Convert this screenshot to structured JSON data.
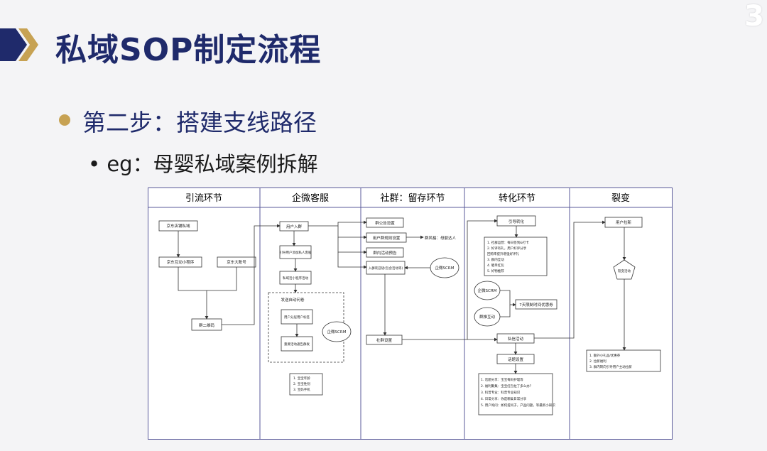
{
  "slide": {
    "title": "私域SOP制定流程",
    "corner_mark": "3",
    "bullet_main": "第二步：搭建支线路径",
    "bullet_sub": "• eg：母婴私域案例拆解"
  },
  "colors": {
    "title": "#1f2a6b",
    "chevron_dark": "#1f2a6b",
    "chevron_gold": "#c7a253",
    "diagram_border": "#5a5a9a"
  },
  "diagram": {
    "columns": [
      "引流环节",
      "企微客服",
      "社群：留存环节",
      "转化环节",
      "裂变"
    ],
    "nodes": {
      "jd_store": "京东店铺私域",
      "jd_mini": "京东互动小程序",
      "jd_account": "京东大账号",
      "qrcode": "群二维码",
      "user_join": "用户入群",
      "guide_private": "引导用户添加私人客服",
      "promo_mini": "私域活小程序活动",
      "send_msg": "发送自动问卷",
      "user_tag": "用户分层用户标签",
      "content": "重要活动通告群发",
      "scrm_a": "企微SCRM",
      "baby_info": [
        "1. 宝宝年龄",
        "2. 宝宝性别",
        "3. 宝妈手机"
      ],
      "group_notice": "群公告设置",
      "group_rules": "用户群规则设置",
      "group_qa": "群内活动预告",
      "group_rule_note": "群风格：母婴达人",
      "join_welcome": "入群欢迎语(包含活动等)",
      "scrm_b": "企微SCRM",
      "community_set": "社群设置",
      "guide_convert": "引导转化",
      "convert_list": [
        "1. 社群运营：每日签到&打卡",
        "2. 好评有礼，用户好评分享",
        "   回购率提升增强好评礼",
        "3. 群内互动",
        "4. 晒单红包",
        "5. 好物推荐"
      ],
      "scrm_c": "企微SCRM",
      "group_activity": "群推互动",
      "seven_day": "7天限制时间优惠券",
      "private_msg": "私信活动",
      "topic_set": "话题设置",
      "topic_list": [
        "1. 话题分享：宝宝每妈护理等",
        "2. 福利聚集：宝宝红包拉了多么办？",
        "3. 科普专业：科普专业知识",
        "4. 日常分享：你是哪类日常分享",
        "5. 用户询问：如何提问子，产品问题，等最新小知识"
      ],
      "user_invite": "用户拉新",
      "fission_node": "裂变活动",
      "fission_list": [
        "1. 额外小礼品/优惠券",
        "2. 拉新福利",
        "3. 群内转向引导用户主动拉新"
      ]
    }
  }
}
